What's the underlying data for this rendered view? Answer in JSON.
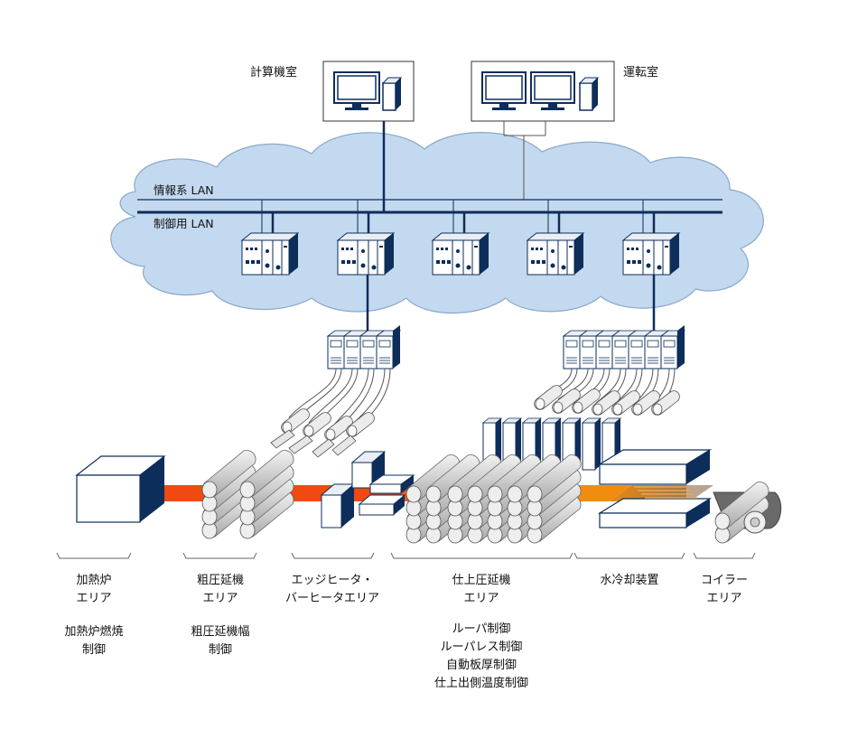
{
  "rooms": {
    "computer_room": "計算機室",
    "operation_room": "運転室"
  },
  "networks": {
    "info_lan": "情報系 LAN",
    "control_lan": "制御用 LAN"
  },
  "areas": [
    {
      "line1": "加熱炉",
      "line2": "エリア",
      "controls": [
        "加熱炉燃焼",
        "制御"
      ]
    },
    {
      "line1": "粗圧延機",
      "line2": "エリア",
      "controls": [
        "粗圧延機幅",
        "制御"
      ]
    },
    {
      "line1": "エッジヒータ・",
      "line2": "バーヒータエリア",
      "controls": []
    },
    {
      "line1": "仕上圧延機",
      "line2": "エリア",
      "controls": [
        "ルーパ制御",
        "ルーパレス制御",
        "自動板厚制御",
        "仕上出側温度制御"
      ]
    },
    {
      "line1": "水冷却装置",
      "line2": "",
      "controls": []
    },
    {
      "line1": "コイラー",
      "line2": "エリア",
      "controls": []
    }
  ],
  "colors": {
    "cloud_fill": "#c3d9ef",
    "cloud_stroke": "#8aa9c9",
    "network_line": "#0d2d5a",
    "device_dark": "#0d2d5a",
    "hot_strip": "#f04a12",
    "warm_strip": "#f07a10",
    "cool_strip": "#b08a55",
    "roll_fill": "#d8d8d8"
  }
}
